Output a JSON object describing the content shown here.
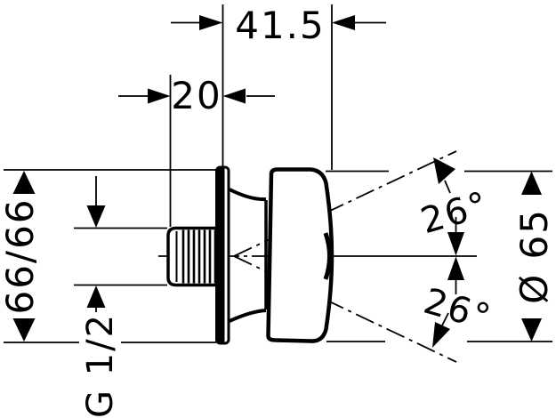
{
  "drawing": {
    "type": "technical-dimension-drawing",
    "colors": {
      "line": "#000000",
      "background": "#ffffff"
    },
    "dimensions": {
      "total_projection": "41.5",
      "thread_length": "20",
      "escutcheon_size": "66/66",
      "thread_size": "G 1/2",
      "face_diameter": "Ø 65",
      "spray_angle_upper": "26°",
      "spray_angle_lower": "26°"
    }
  }
}
